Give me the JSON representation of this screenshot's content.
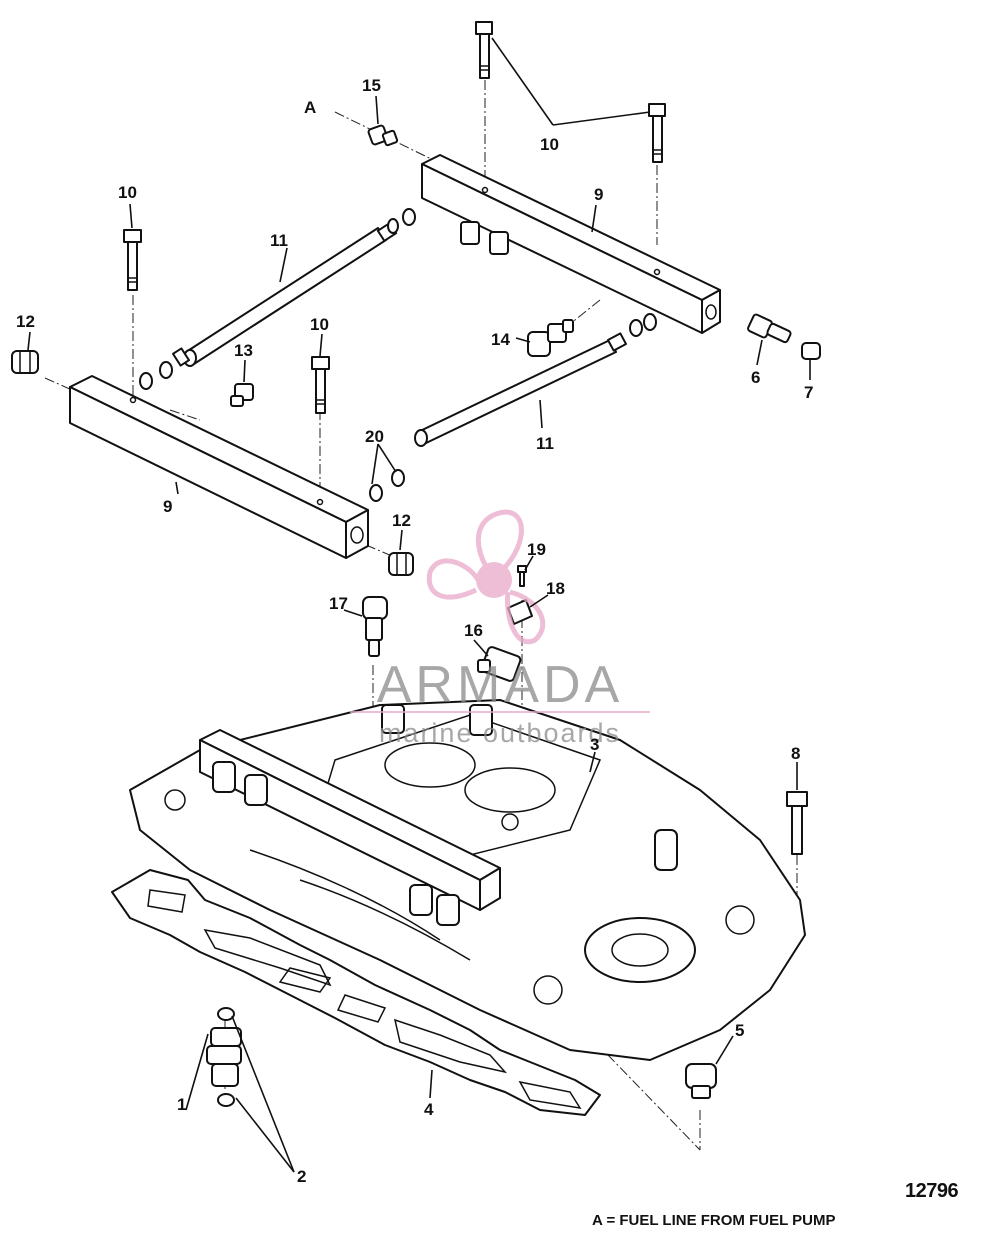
{
  "callouts": {
    "A": "A",
    "c15": "15",
    "c10a": "10",
    "c10b": "10",
    "c10c": "10",
    "c9a": "9",
    "c9b": "9",
    "c11a": "11",
    "c11b": "11",
    "c12a": "12",
    "c12b": "12",
    "c13": "13",
    "c14": "14",
    "c6": "6",
    "c7": "7",
    "c20": "20",
    "c19": "19",
    "c18": "18",
    "c17": "17",
    "c16": "16",
    "c3": "3",
    "c8": "8",
    "c5": "5",
    "c4": "4",
    "c1": "1",
    "c2": "2"
  },
  "watermark": {
    "brand": "ARMADA",
    "tagline": "marine outboards",
    "accent_color": "#e8a9c9"
  },
  "figure_number": "12796",
  "caption": "A = FUEL LINE FROM FUEL PUMP"
}
